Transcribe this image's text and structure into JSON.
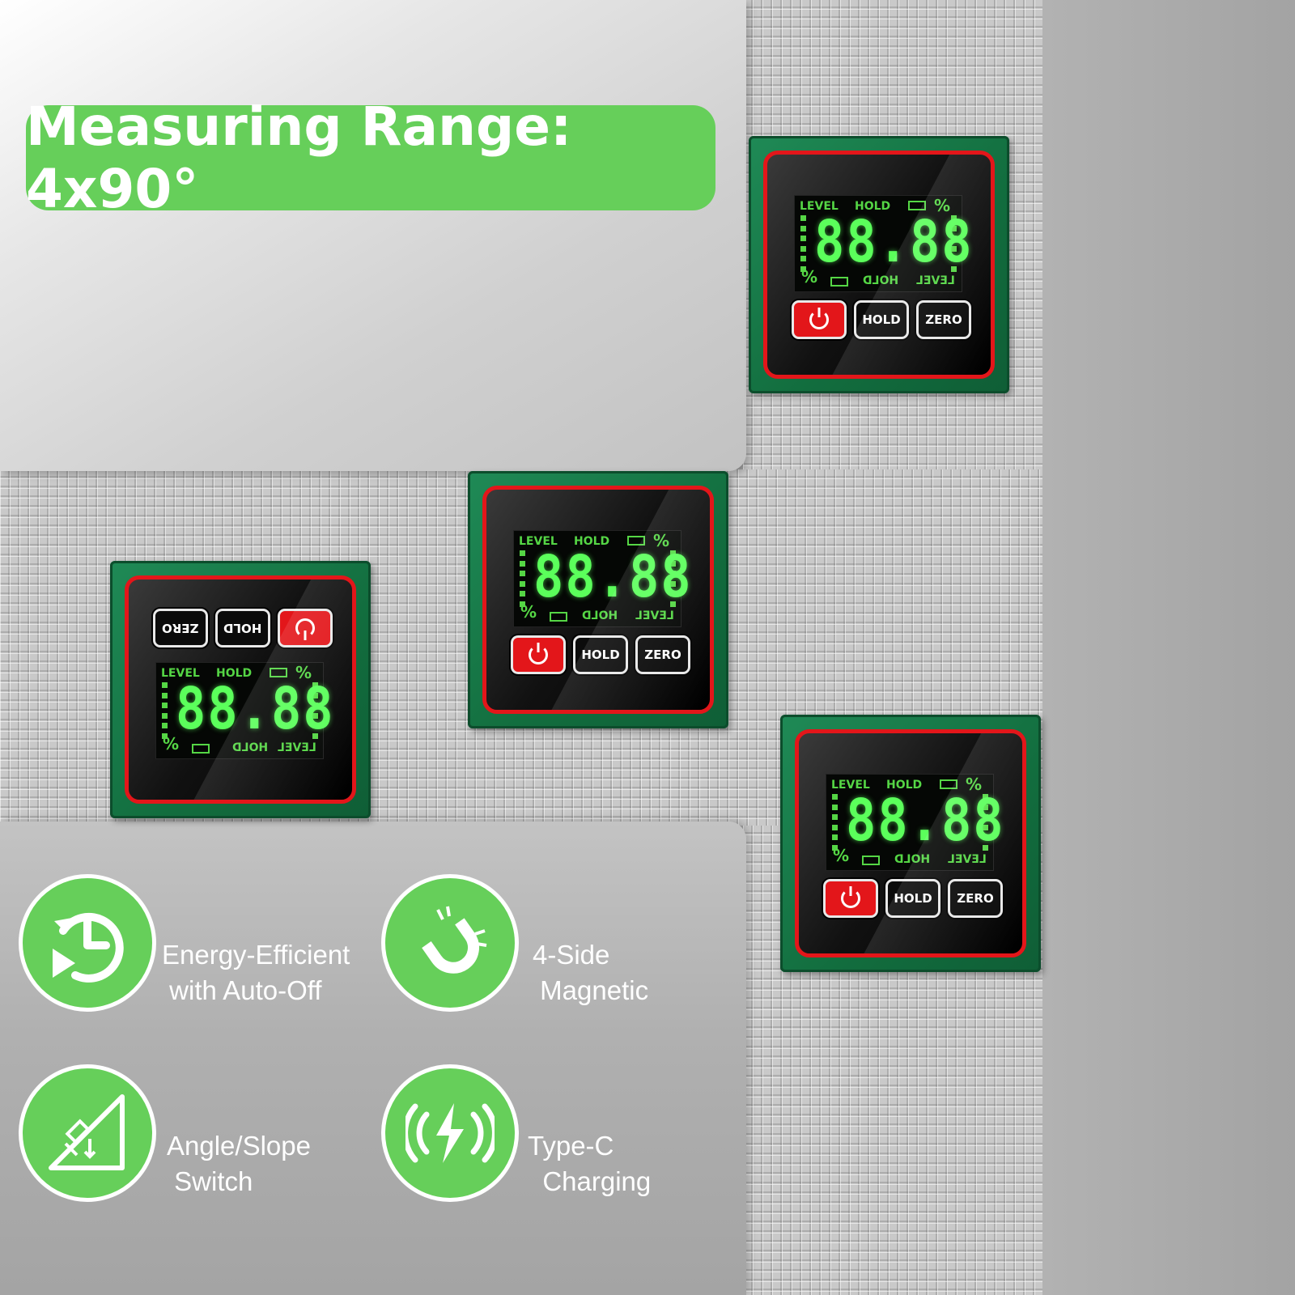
{
  "headline": "Measuring Range: 4x90°",
  "device": {
    "label_level": "LEVEL",
    "label_hold": "HOLD",
    "reading": "88.88",
    "percent": "%",
    "btn_hold": "HOLD",
    "btn_zero": "ZERO"
  },
  "features": [
    {
      "icon": "auto-off-clock-icon",
      "line1": "Energy-Efficient",
      "line2": " with Auto-Off"
    },
    {
      "icon": "magnet-icon",
      "line1": "4-Side",
      "line2": " Magnetic"
    },
    {
      "icon": "angle-slope-icon",
      "line1": "Angle/Slope",
      "line2": " Switch"
    },
    {
      "icon": "type-c-charging-icon",
      "line1": "Type-C",
      "line2": "  Charging"
    }
  ],
  "colors": {
    "accent_green": "#66cf5a",
    "device_green": "#126d3e",
    "device_red": "#e3161a",
    "lcd_green": "#5bff5b"
  }
}
